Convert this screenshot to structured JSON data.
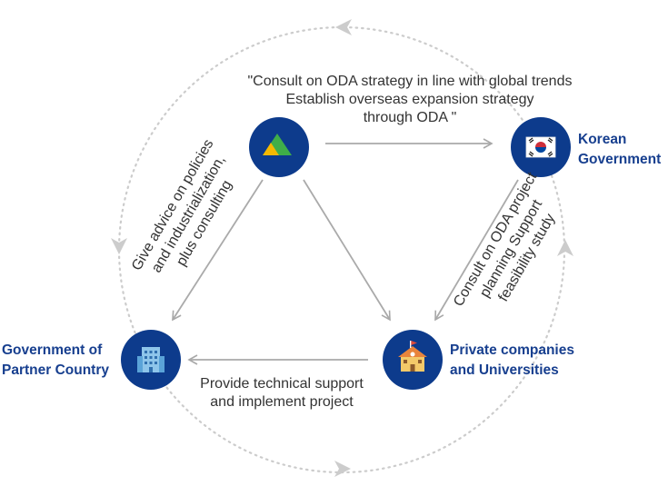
{
  "nodes": {
    "center": {
      "name": ""
    },
    "korean_government": {
      "line1": "Korean",
      "line2": "Government"
    },
    "partner_country": {
      "line1": "Government of",
      "line2": "Partner Country"
    },
    "private_companies": {
      "line1": "Private companies",
      "line2": "and Universities"
    }
  },
  "edges": {
    "top": {
      "line1": "\"Consult on ODA strategy in line with global trends",
      "line2": "Establish overseas expansion strategy",
      "line3": "through ODA \""
    },
    "left": {
      "line1": "Give advice on policies",
      "line2": "and industrialization,",
      "line3": "plus consulting"
    },
    "right": {
      "line1": "Consult on ODA project",
      "line2": "planning Support",
      "line3": "feasibility study"
    },
    "bottom": {
      "line1": "Provide technical support",
      "line2": "and implement project"
    }
  },
  "colors": {
    "node_fill": "#0d3b8c",
    "arrow": "#aaaaaa",
    "ring": "#cccccc",
    "label_text": "#333333",
    "node_text": "#173f8f"
  },
  "icons": {
    "center": "mountain-logo-icon",
    "korean_government": "korea-flag-icon",
    "partner_country": "building-icon",
    "private_companies": "school-icon"
  }
}
